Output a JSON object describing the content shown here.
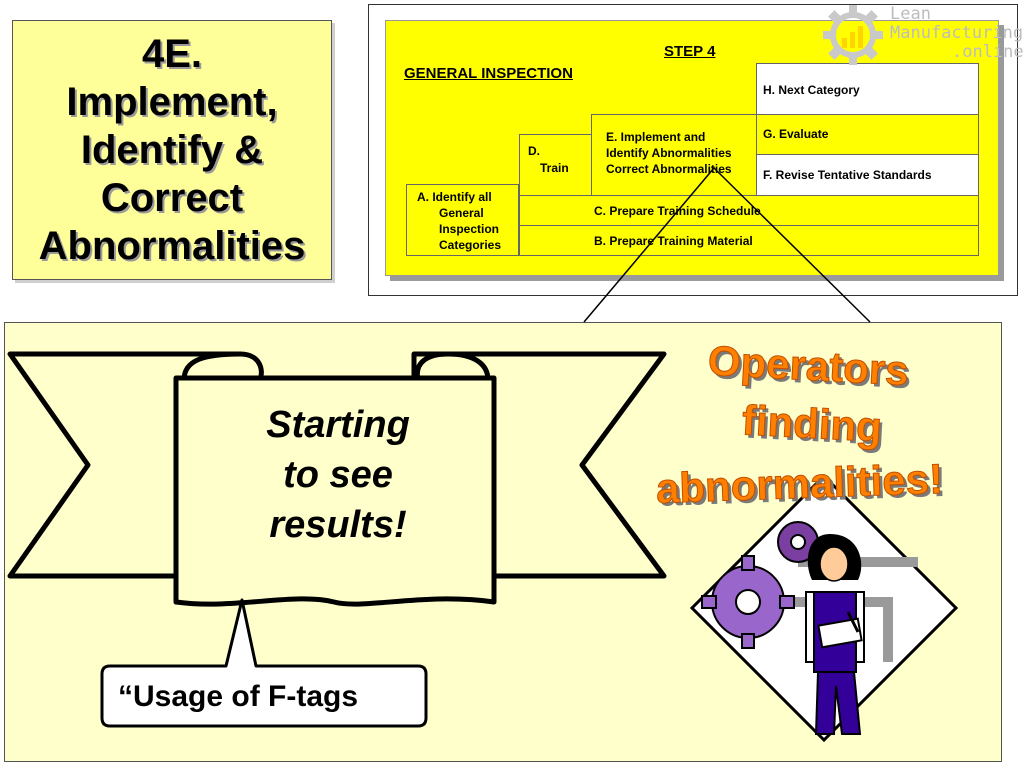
{
  "title": {
    "line1": "4E.",
    "line2": "Implement,",
    "line3": "Identify &",
    "line4": "Correct",
    "line5": "Abnormalities"
  },
  "steps_diagram": {
    "step_label": "STEP 4",
    "heading": "GENERAL INSPECTION",
    "cells": {
      "a": [
        "A.   Identify all",
        "General",
        "Inspection",
        "Categories"
      ],
      "b": "B.     Prepare Training Material",
      "c": "C.    Prepare Training Schedule",
      "d": [
        "D.",
        "Train"
      ],
      "e": [
        "E.    Implement and",
        "Identify Abnormalities",
        "Correct Abnormalities"
      ],
      "f": "F.   Revise Tentative Standards",
      "g": "G.   Evaluate",
      "h": "H.   Next Category"
    }
  },
  "logo": {
    "line1": "Lean",
    "line2": "Manufacturing",
    "line3": ".online"
  },
  "banner": {
    "line1": "Starting",
    "line2": "to see",
    "line3": "results!"
  },
  "callout": {
    "text": "“Usage of F-tags"
  },
  "highlight": {
    "line1": "Operators",
    "line2": "finding",
    "line3": "abnormalities!"
  },
  "colors": {
    "step_yellow": "#ffff00",
    "panel_cream": "#ffffcc",
    "title_yellow": "#ffff99",
    "accent_orange": "#ff8000"
  }
}
